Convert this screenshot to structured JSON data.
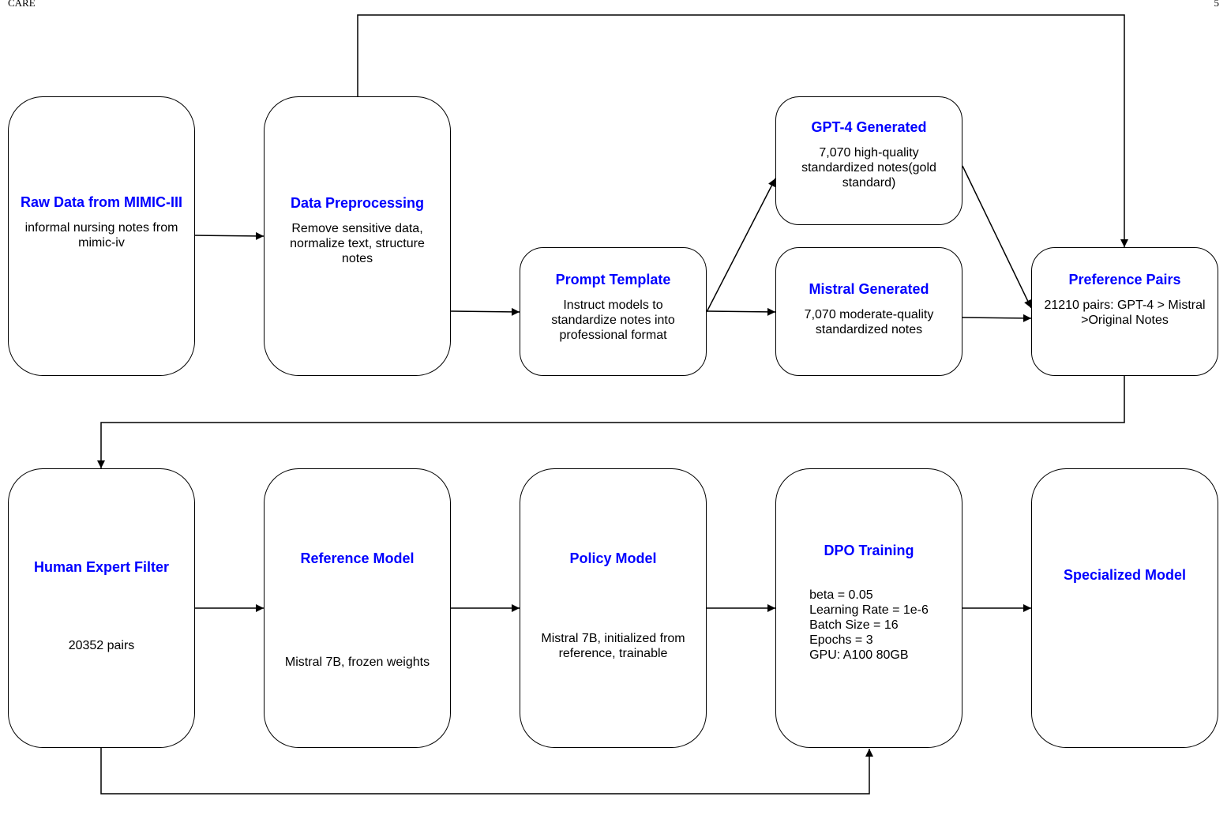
{
  "header": {
    "left": "CARE",
    "right": "5"
  },
  "nodes": {
    "raw": {
      "title": "Raw Data from MIMIC-III",
      "desc": "informal nursing notes from mimic-iv"
    },
    "prep": {
      "title": "Data Preprocessing",
      "desc": "Remove sensitive data, normalize text, structure notes"
    },
    "prompt": {
      "title": "Prompt Template",
      "desc": "Instruct models to standardize notes into professional format"
    },
    "gpt4": {
      "title": "GPT-4 Generated",
      "desc": "7,070 high-quality standardized notes(gold standard)"
    },
    "mistral": {
      "title": "Mistral Generated",
      "desc": "7,070 moderate-quality standardized notes"
    },
    "pref": {
      "title": "Preference Pairs",
      "desc": "21210 pairs: GPT-4 > Mistral >Original Notes"
    },
    "human": {
      "title": "Human Expert Filter",
      "desc": "20352 pairs"
    },
    "ref": {
      "title": "Reference Model",
      "desc": "Mistral 7B, frozen weights"
    },
    "policy": {
      "title": "Policy Model",
      "desc": "Mistral 7B, initialized from reference, trainable"
    },
    "dpo": {
      "title": "DPO Training",
      "lines": [
        "beta = 0.05",
        "Learning Rate = 1e-6",
        "Batch Size = 16",
        "Epochs = 3",
        "GPU: A100 80GB"
      ]
    },
    "spec": {
      "title": "Specialized Model"
    }
  },
  "colors": {
    "title": "#0000ff",
    "border": "#000000"
  }
}
